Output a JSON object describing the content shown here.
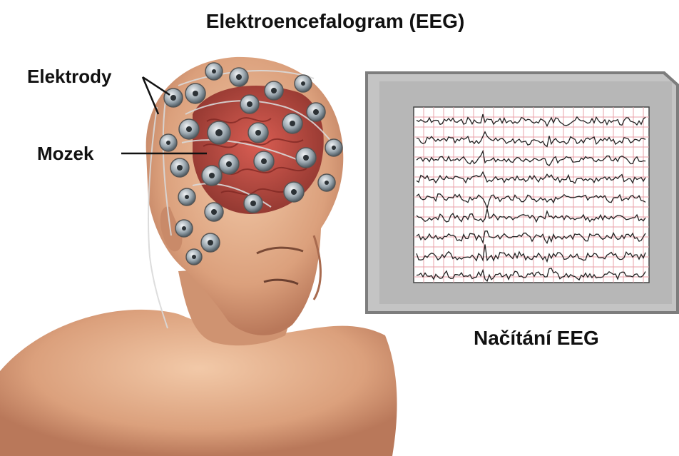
{
  "title": "Elektroencefalogram (EEG)",
  "labels": {
    "electrodes": "Elektrody",
    "brain": "Mozek",
    "reading": "Načítání EEG"
  },
  "eeg_channels": 9,
  "colors": {
    "skin": "#e3b18f",
    "brain": "#c0453d",
    "electrode": "#8e9aa3",
    "monitor_frame": "#bcbcbc",
    "grid": "#e8a0a8",
    "trace": "#222222"
  }
}
